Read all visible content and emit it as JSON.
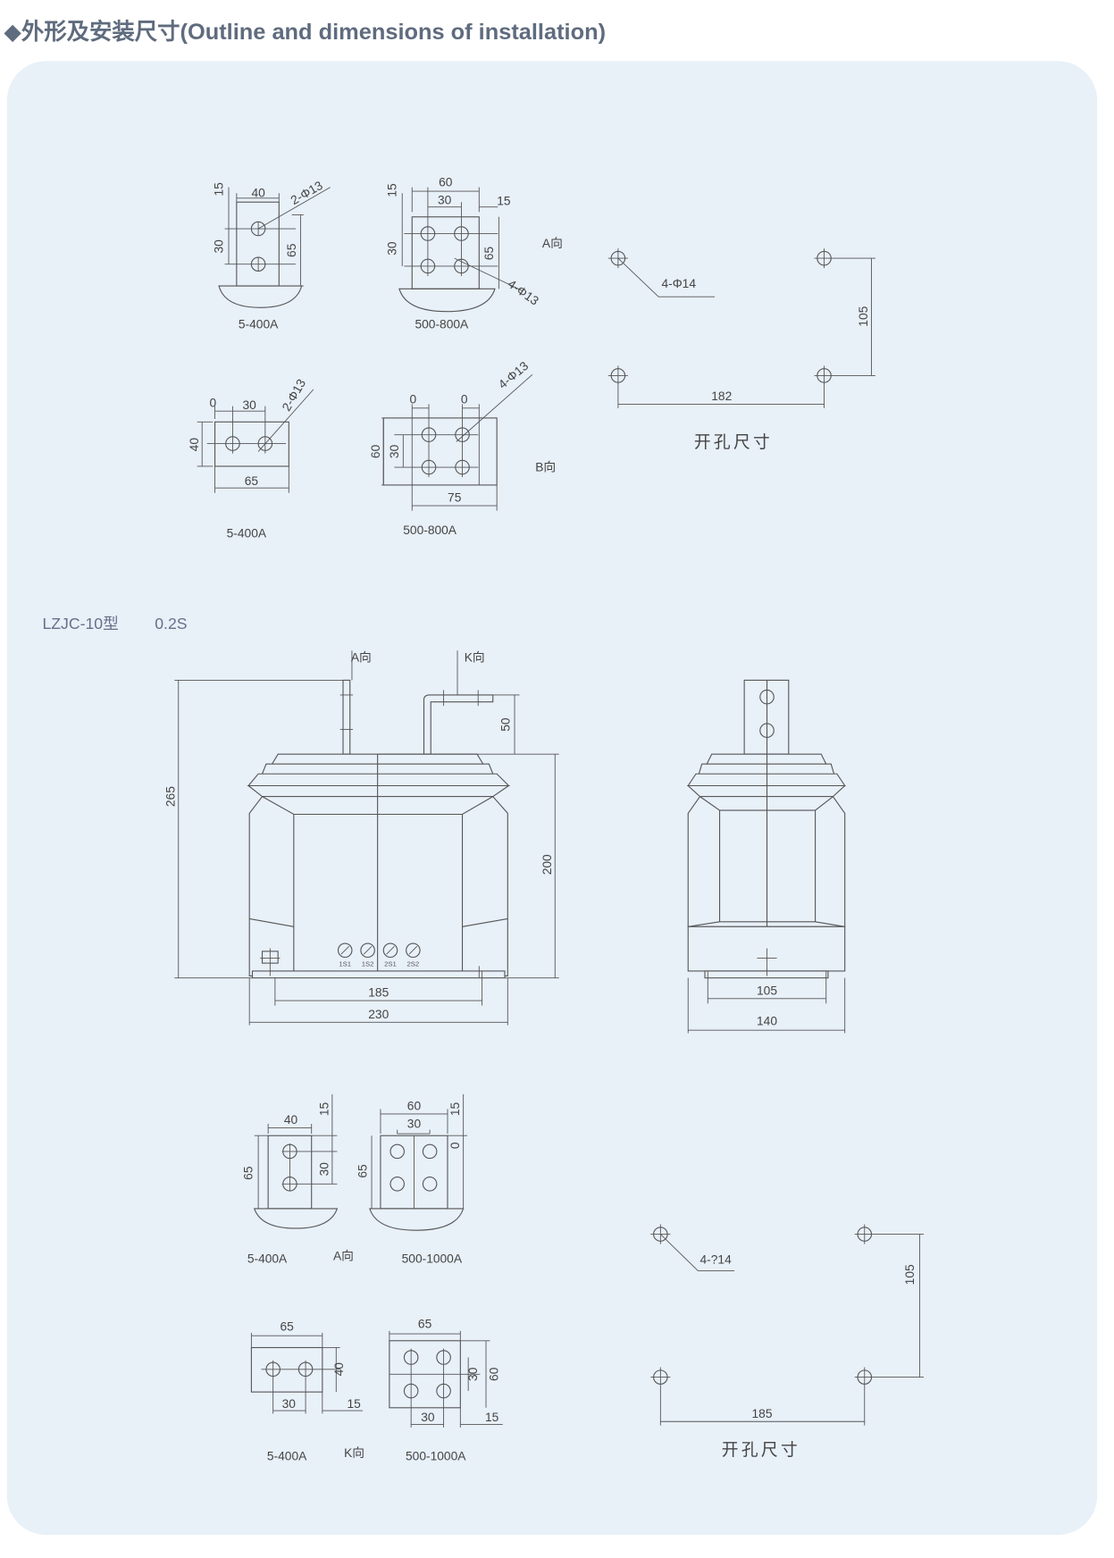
{
  "header": {
    "bullet": "◆",
    "title": "外形及安装尺寸(Outline and dimensions of installation)"
  },
  "top_views": {
    "v1": {
      "d15": "15",
      "d40": "40",
      "hole": "2-Φ13",
      "d30": "30",
      "d65": "65",
      "caption": "5-400A"
    },
    "v2": {
      "d15a": "15",
      "d60": "60",
      "d30": "30",
      "d15b": "15",
      "d30v": "30",
      "d65": "65",
      "hole": "4-Φ13",
      "dir": "A向",
      "caption": "500-800A"
    },
    "v3": {
      "d0": "0",
      "d30": "30",
      "hole": "2-Φ13",
      "d40": "40",
      "d65": "65",
      "caption": "5-400A"
    },
    "v4": {
      "d0a": "0",
      "d0b": "0",
      "hole": "4-Φ13",
      "d60": "60",
      "d30": "30",
      "d75": "75",
      "dir": "B向",
      "caption": "500-800A"
    },
    "holes": {
      "hole": "4-Φ14",
      "d105": "105",
      "d182": "182",
      "caption": "开孔尺寸"
    }
  },
  "model": {
    "name": "LZJC-10型",
    "accuracy": "0.2S"
  },
  "front": {
    "dir_a": "A向",
    "dir_k": "K向",
    "d265": "265",
    "d50": "50",
    "d200": "200",
    "d185": "185",
    "d230": "230",
    "terminals": [
      "1S1",
      "1S2",
      "2S1",
      "2S2"
    ]
  },
  "side": {
    "d105": "105",
    "d140": "140"
  },
  "bottom_views": {
    "a1": {
      "d40": "40",
      "d15": "15",
      "d65": "65",
      "d30": "30",
      "caption": "5-400A",
      "dir": "A向"
    },
    "a2": {
      "d60": "60",
      "d30": "30",
      "d15": "15",
      "d0": "0",
      "d65": "65",
      "caption": "500-1000A"
    },
    "k1": {
      "d65": "65",
      "d40": "40",
      "d30": "30",
      "d15": "15",
      "caption": "5-400A",
      "dir": "K向"
    },
    "k2": {
      "d65": "65",
      "d30v": "30",
      "d60": "60",
      "d30": "30",
      "d15": "15",
      "caption": "500-1000A"
    },
    "holes": {
      "hole": "4-?14",
      "d105": "105",
      "d185": "185",
      "caption": "开孔尺寸"
    }
  }
}
